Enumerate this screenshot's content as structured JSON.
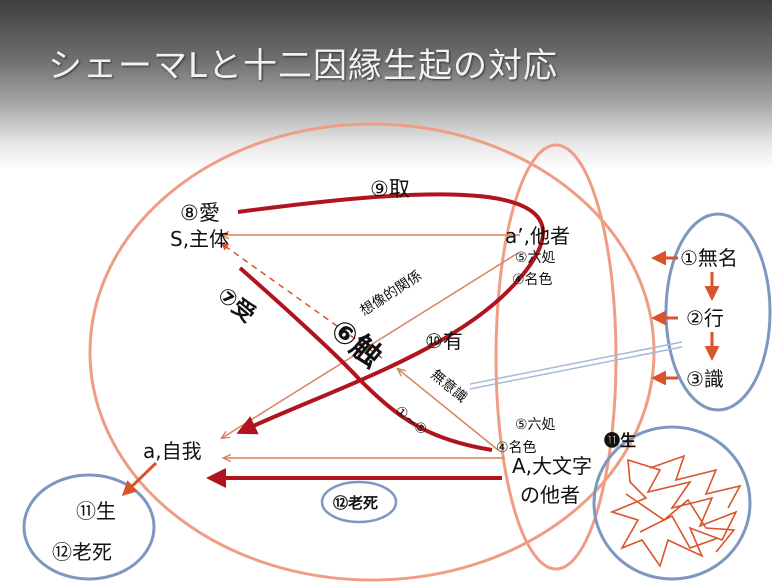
{
  "title": "シェーマLと十二因縁生起の対応",
  "left_nodes": {
    "ai": "⑧愛",
    "subject": "S,主体",
    "ju": "⑦受",
    "soku": "⑥触",
    "self": "a,自我"
  },
  "center_nodes": {
    "shu": "⑨取",
    "other": "a’,他者",
    "rokusho_upper": "⑤六処",
    "myoshiki_upper": "④名色",
    "u": "⑩有",
    "imaginary": "想像的関係",
    "unconscious": "無意識",
    "range": "①~⑤",
    "rokusho_lower": "⑤六処",
    "myoshiki_lower": "④名色",
    "big_other_line1": "A,大文字",
    "big_other_line2": "の他者",
    "roshi_badge": "⑫老死"
  },
  "right_stack": {
    "mumyo": "①無名",
    "gyo": "②行",
    "shiki": "③識"
  },
  "bottom_left": {
    "sho": "⑪生",
    "roshi": "⑫老死"
  },
  "bottom_right": {
    "sho_label": "⓫生"
  },
  "colors": {
    "dark_red_arrow": "#b0141e",
    "thin_arrow": "#d9825f",
    "big_ellipse": "#ef9e84",
    "blue_ellipse": "#7d97c1"
  }
}
